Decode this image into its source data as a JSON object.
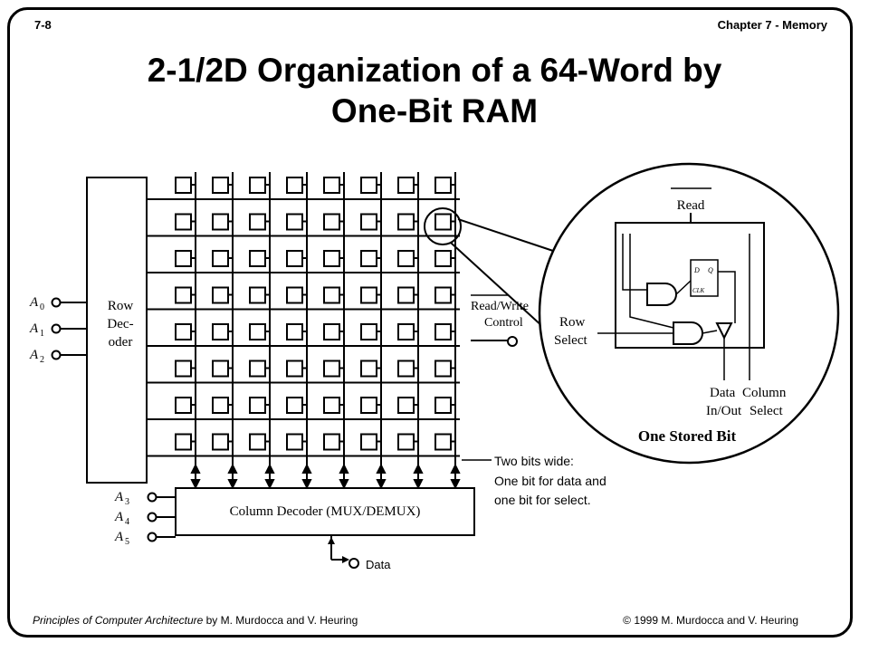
{
  "header": {
    "slide_number": "7-8",
    "chapter": "Chapter 7 - Memory"
  },
  "title": {
    "line1": "2-1/2D Organization of a 64-Word by",
    "line2": "One-Bit RAM"
  },
  "diagram": {
    "row_decoder": {
      "line1": "Row",
      "line2": "Dec-",
      "line3": "oder"
    },
    "row_address_inputs": [
      "A",
      "A",
      "A"
    ],
    "row_address_subscripts": [
      "0",
      "1",
      "2"
    ],
    "column_address_inputs": [
      "A",
      "A",
      "A"
    ],
    "column_address_subscripts": [
      "3",
      "4",
      "5"
    ],
    "column_decoder_label": "Column Decoder (MUX/DEMUX)",
    "read_write_control": {
      "line1": "Read/Write",
      "line2": "Control"
    },
    "data_label": "Data",
    "two_bits_note": [
      "Two bits wide:",
      "One bit for data and",
      "one bit for select."
    ],
    "stored_bit": {
      "read_label": "Read",
      "row_select": [
        "Row",
        "Select"
      ],
      "data_in_out": [
        "Data",
        "In/Out"
      ],
      "column_select": [
        "Column",
        "Select"
      ],
      "caption": "One Stored Bit",
      "flipflop_d": "D",
      "flipflop_q": "Q",
      "flipflop_clk": "CLK"
    }
  },
  "footer": {
    "book_title": "Principles of Computer Architecture",
    "authors": " by M. Murdocca and V. Heuring",
    "copyright": "© 1999 M. Murdocca and V. Heuring"
  }
}
